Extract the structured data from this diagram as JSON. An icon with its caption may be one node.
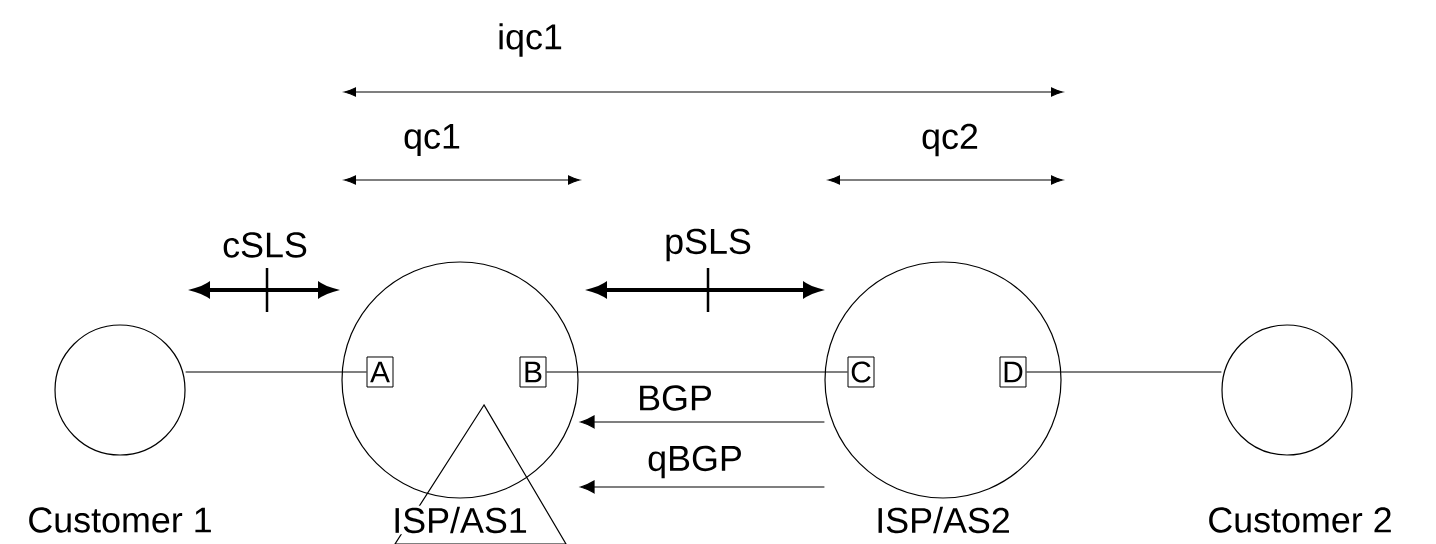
{
  "diagram": {
    "nodes": [
      {
        "text": [],
        "shape": "circle",
        "beside": [
          "Customer 1"
        ]
      },
      {
        "text": [],
        "shape": "circle",
        "beside": [
          "ISP/AS1"
        ]
      },
      {
        "text": [],
        "shape": "circle",
        "beside": [
          "ISP/AS2"
        ]
      },
      {
        "text": [],
        "shape": "circle",
        "beside": [
          "Customer 2"
        ]
      },
      {
        "text": [
          "A"
        ],
        "in": 1
      },
      {
        "text": [
          "B"
        ],
        "in": 1
      },
      {
        "text": [
          "C"
        ],
        "in": 2
      },
      {
        "text": [
          "D"
        ],
        "in": 2
      },
      {
        "text": [],
        "shape": "triangle"
      }
    ],
    "edges": [
      {
        "from": 0,
        "to": 4,
        "arrow": "none"
      },
      {
        "from": 5,
        "to": 6,
        "arrow": "none"
      },
      {
        "from": 7,
        "to": 3,
        "arrow": "none"
      },
      {
        "from": 2,
        "to": 1,
        "arrow": "to",
        "label": "BGP"
      },
      {
        "from": 2,
        "to": 1,
        "arrow": "to",
        "label": "qBGP"
      }
    ],
    "labels": [
      "iqc1",
      "qc1",
      "qc2",
      "cSLS",
      "pSLS"
    ]
  }
}
